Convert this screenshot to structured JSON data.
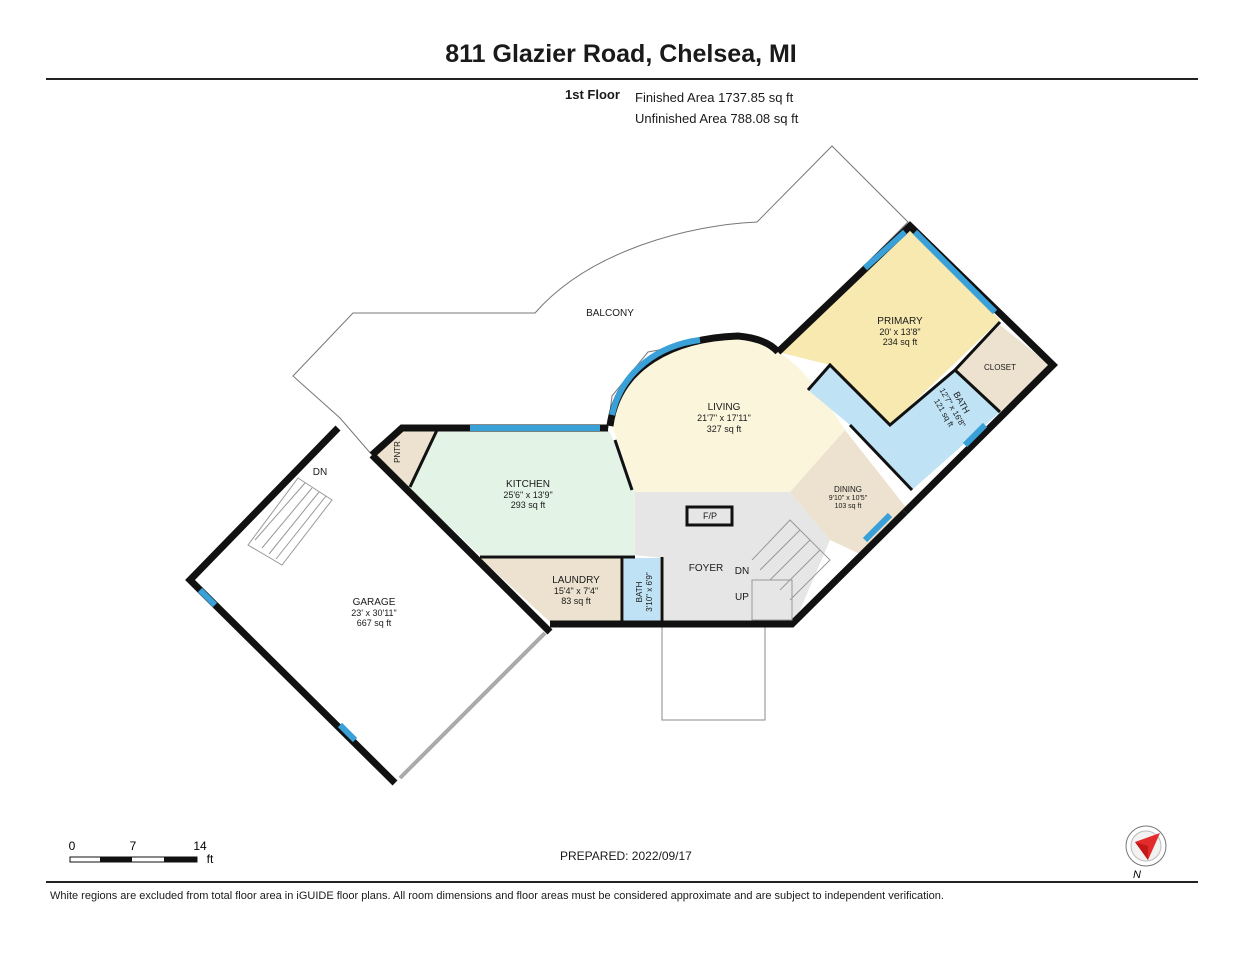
{
  "header": {
    "title": "811 Glazier Road, Chelsea, MI",
    "floor_label": "1st Floor",
    "finished_area": "Finished Area 1737.85 sq ft",
    "unfinished_area": "Unfinished Area 788.08 sq ft"
  },
  "rooms": {
    "balcony": "BALCONY",
    "primary": {
      "name": "PRIMARY",
      "dims": "20' x 13'8\"",
      "area": "234 sq ft"
    },
    "closet": "CLOSET",
    "living": {
      "name": "LIVING",
      "dims": "21'7\" x 17'11\"",
      "area": "327 sq ft"
    },
    "bath_upper": {
      "name": "BATH",
      "dims": "12'7\" x 16'8\"",
      "area": "121 sq ft"
    },
    "pntr": "PNTR",
    "kitchen": {
      "name": "KITCHEN",
      "dims": "25'6\" x 13'9\"",
      "area": "293 sq ft"
    },
    "dining": {
      "name": "DINING",
      "dims": "9'10\" x 10'5\"",
      "area": "103 sq ft"
    },
    "fp": "F/P",
    "foyer": "FOYER",
    "dn_foyer": "DN",
    "up_foyer": "UP",
    "garage": {
      "name": "GARAGE",
      "dims": "23' x 30'11\"",
      "area": "667 sq ft"
    },
    "dn_garage": "DN",
    "laundry": {
      "name": "LAUNDRY",
      "dims": "15'4\" x 7'4\"",
      "area": "83 sq ft"
    },
    "bath_small": {
      "name": "BATH",
      "dims": "3'10\" x 6'9\""
    }
  },
  "scale": {
    "t0": "0",
    "t1": "7",
    "t2": "14",
    "unit": "ft"
  },
  "compass": {
    "label": "N",
    "icon": "compass-icon"
  },
  "footer": {
    "prepared": "PREPARED: 2022/09/17",
    "disclaimer": "White regions are excluded from total floor area in iGUIDE floor plans. All room dimensions and floor areas must be considered approximate and are subject to independent verification."
  },
  "colors": {
    "wall": "#111111",
    "window": "#3aa0d8",
    "primary": "#f7e9b0",
    "living": "#fbf5dc",
    "kitchen": "#e3f3e6",
    "bath": "#bfe3f5",
    "dining": "#ece2cf",
    "laundry": "#ece2cf",
    "foyer": "#e6e6e6",
    "closet": "#ece2cf"
  }
}
